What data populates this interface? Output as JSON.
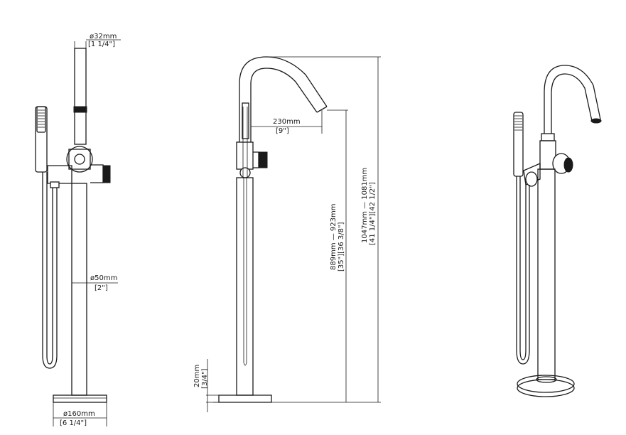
{
  "dimensions": {
    "top_diameter": {
      "metric": "ø32mm",
      "imperial": "[1 1/4\"]"
    },
    "body_diameter": {
      "metric": "ø50mm",
      "imperial": "[2\"]"
    },
    "base_diameter": {
      "metric": "ø160mm",
      "imperial": "[6 1/4\"]"
    },
    "spout_reach": {
      "metric": "230mm",
      "imperial": "[9\"]"
    },
    "base_height": {
      "metric": "20mm",
      "imperial": "[3/4\"]"
    },
    "spout_height": {
      "metric": "889mm — 923mm",
      "imperial": "[35\"][36 3/8\"]"
    },
    "overall_height": {
      "metric": "1047mm — 1081mm",
      "imperial": "[41 1/4\"][42 1/2\"]"
    }
  },
  "colors": {
    "line": "#1a1a1a",
    "background": "#ffffff"
  }
}
